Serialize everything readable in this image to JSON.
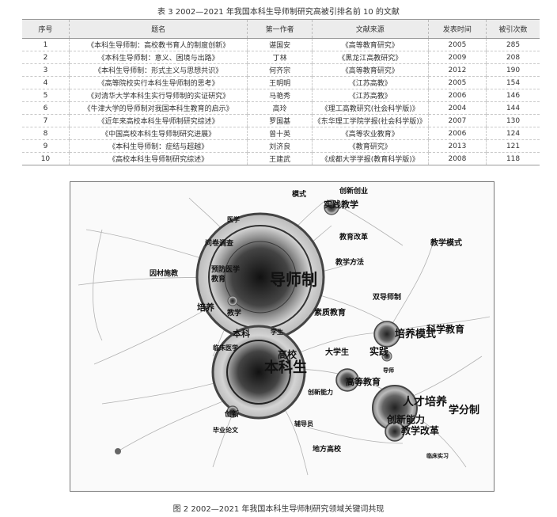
{
  "table_caption": "表 3  2002—2021 年我国本科生导师制研究高被引排名前 10 的文献",
  "columns": [
    "序号",
    "题名",
    "第一作者",
    "文献来源",
    "发表时间",
    "被引次数"
  ],
  "rows": [
    [
      "1",
      "《本科生导师制：高校教书育人的制度创新》",
      "谌国安",
      "《高等教育研究》",
      "2005",
      "285"
    ],
    [
      "2",
      "《本科生导师制：意义、困境与出路》",
      "丁林",
      "《黑龙江高教研究》",
      "2009",
      "208"
    ],
    [
      "3",
      "《本科生导师制：形式主义与思想共识》",
      "何齐宗",
      "《高等教育研究》",
      "2012",
      "190"
    ],
    [
      "4",
      "《高等院校实行本科生导师制的思考》",
      "王明明",
      "《江苏高教》",
      "2005",
      "154"
    ],
    [
      "5",
      "《对清华大学本科生实行导师制的实证研究》",
      "马艳秀",
      "《江苏高教》",
      "2006",
      "146"
    ],
    [
      "6",
      "《牛津大学的导师制对我国本科生教育的启示》",
      "高玲",
      "《理工高教研究(社会科学版)》",
      "2004",
      "144"
    ],
    [
      "7",
      "《近年来高校本科生导师制研究综述》",
      "罗国基",
      "《东华理工学院学报(社会科学版)》",
      "2007",
      "130"
    ],
    [
      "8",
      "《中国高校本科生导师制研究进展》",
      "曾十英",
      "《高等农业教育》",
      "2006",
      "124"
    ],
    [
      "9",
      "《本科生导师制：症结与超越》",
      "刘济良",
      "《教育研究》",
      "2013",
      "121"
    ],
    [
      "10",
      "《高校本科生导师制研究综述》",
      "王建武",
      "《成都大学学报(教育科学版)》",
      "2008",
      "118"
    ]
  ],
  "figure": {
    "keywords": {
      "mode": "模式",
      "innovation_entrepreneurship": "创新创业",
      "practical_teaching": "实践教学",
      "education_reform": "教育改革",
      "teaching_mode": "教学模式",
      "medicine": "医学",
      "questionnaire": "问卷调查",
      "preventive_medicine": "预防医学",
      "teaching_method": "教学方法",
      "tutor_system": "导师制",
      "teach_by_aptitude": "因材施教",
      "education": "教育",
      "cultivation": "培养",
      "teaching": "教学",
      "quality_education": "素质教育",
      "dual_tutor": "双导师制",
      "undergrad": "本科",
      "students": "学生",
      "cultivation_mode": "培养模式",
      "science_education": "科学教育",
      "clinical_medicine": "临床医学",
      "higher_ed": "高校",
      "undergraduate": "本科生",
      "university_student": "大学生",
      "practice": "实践",
      "tutor": "导师",
      "higher_education": "高等教育",
      "innovation_ability_a": "创新能力",
      "innovation": "创新",
      "talent_cultivation": "人才培养",
      "credit_system": "学分制",
      "innovation_ability_b": "创新能力",
      "teaching_reform": "教学改革",
      "thesis": "毕业论文",
      "counselor": "辅导员",
      "local_university": "地方高校",
      "clinical_practice": "临床实习"
    }
  },
  "figure_caption": "图 2  2002—2021 年我国本科生导师制研究领域关键词共现"
}
